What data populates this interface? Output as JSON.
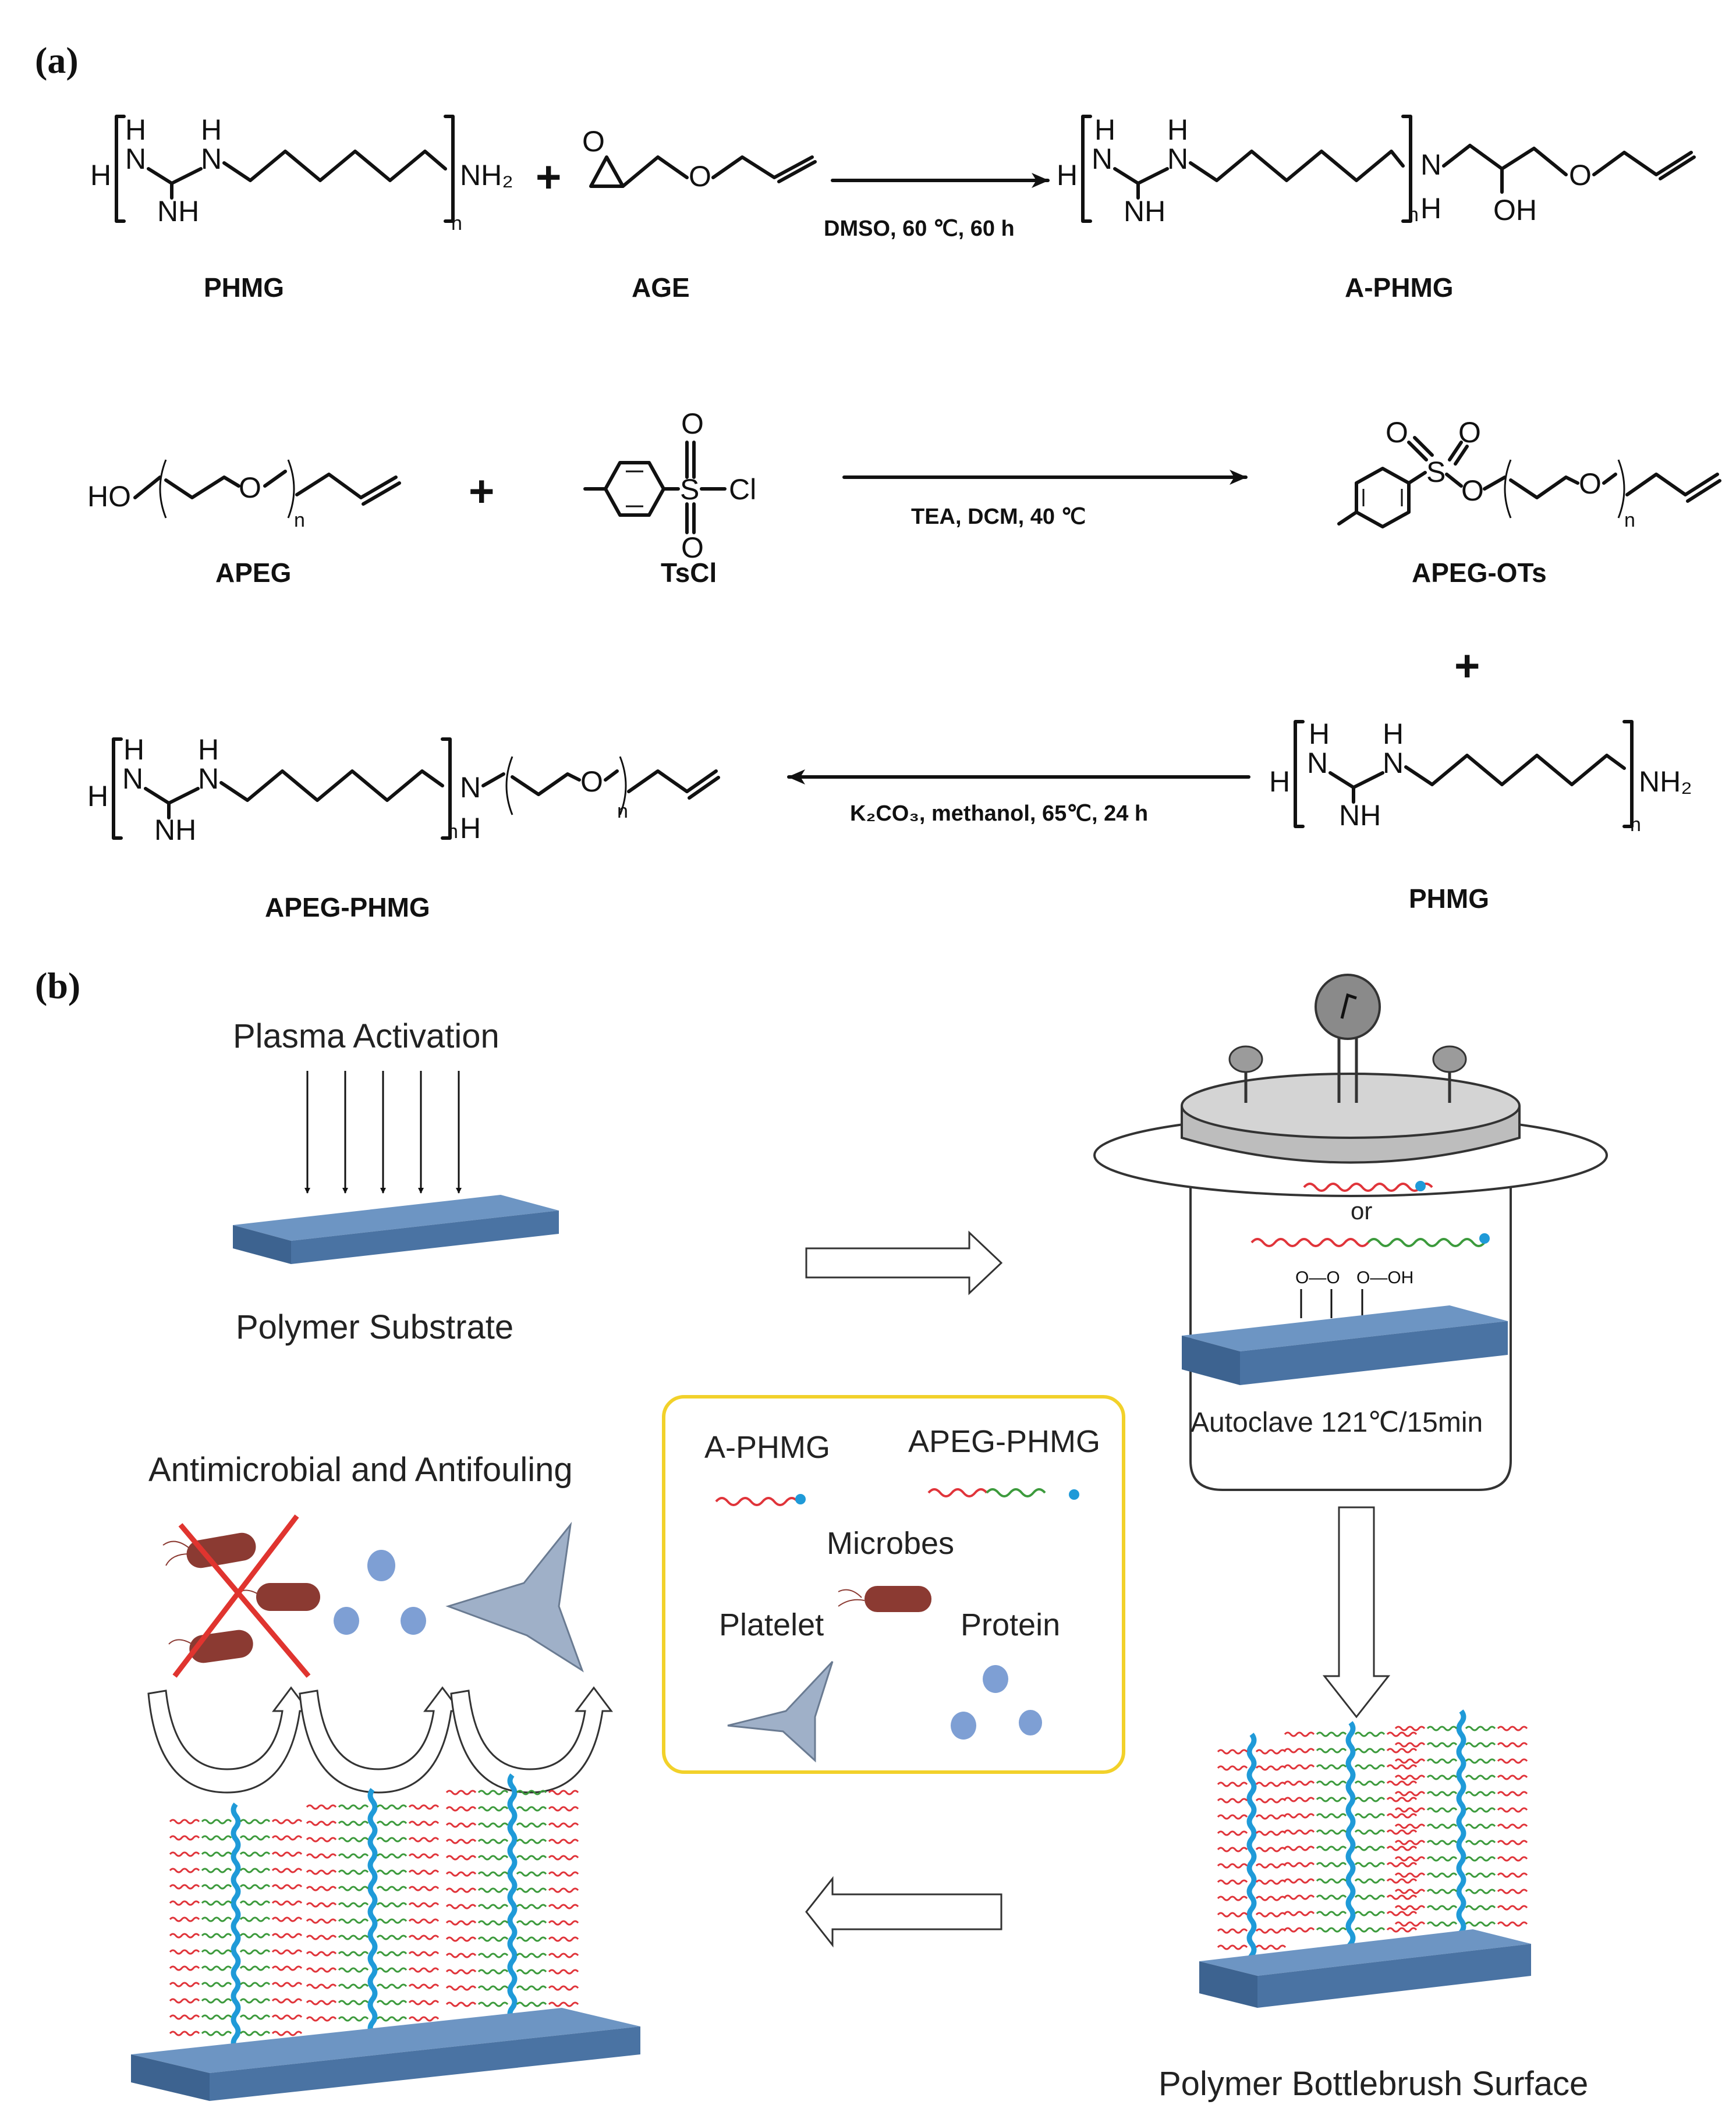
{
  "panel_a": {
    "label": "(a)",
    "row1": {
      "reactant1": "PHMG",
      "reactant2": "AGE",
      "conditions": "DMSO, 60 ℃, 60 h",
      "product": "A-PHMG"
    },
    "row2": {
      "reactant1": "APEG",
      "reactant2": "TsCl",
      "conditions": "TEA, DCM, 40 ℃",
      "product": "APEG-OTs"
    },
    "row3": {
      "reactant": "PHMG",
      "conditions": "K₂CO₃, methanol, 65℃, 24 h",
      "product": "APEG-PHMG"
    },
    "atoms": {
      "H": "H",
      "N": "N",
      "NH": "NH",
      "NH2": "NH₂",
      "n": "n",
      "O": "O",
      "OH": "OH",
      "HO": "HO",
      "S": "S",
      "Cl": "Cl",
      "plus": "+"
    }
  },
  "panel_b": {
    "label": "(b)",
    "plasma_activation": "Plasma Activation",
    "polymer_substrate": "Polymer Substrate",
    "autoclave": "Autoclave 121℃/15min",
    "or": "or",
    "peroxide_left": "O—O",
    "peroxide_right": "O—OH",
    "antimicrobial": "Antimicrobial and Antifouling",
    "bottlebrush": "Polymer Bottlebrush Surface",
    "legend": {
      "a_phmg": "A-PHMG",
      "apeg_phmg": "APEG-PHMG",
      "microbes": "Microbes",
      "platelet": "Platelet",
      "protein": "Protein"
    }
  },
  "colors": {
    "substrate_top": "#6d95c3",
    "substrate_front": "#4a73a3",
    "substrate_side": "#3d6390",
    "red_chain": "#e0343a",
    "green_chain": "#3c9a3c",
    "blue_chain": "#1f9ad8",
    "microbe": "#8b3a32",
    "protein": "#7e9fd4",
    "platelet": "#9fb0c8",
    "legend_border": "#f2d12a",
    "cross": "#e0342f",
    "gauge": "#8a8a8a"
  }
}
